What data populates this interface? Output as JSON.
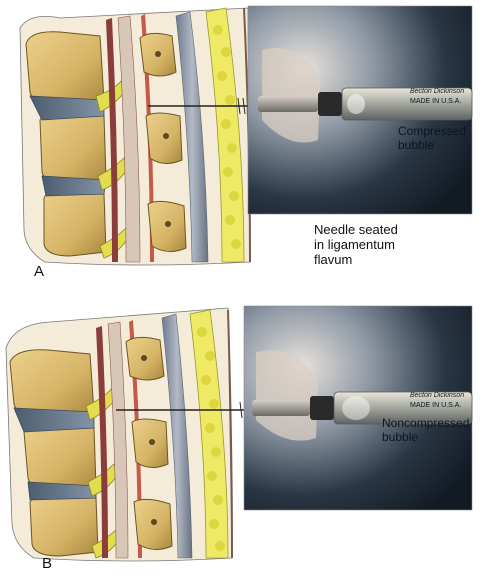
{
  "panels": [
    {
      "letter": "A",
      "photo_caption": [
        "Compressed",
        "bubble"
      ],
      "needle_caption": [
        "Needle seated",
        "in ligamentum",
        "flavum"
      ]
    },
    {
      "letter": "B",
      "photo_caption": [
        "Noncompressed",
        "bubble"
      ]
    }
  ],
  "syringe_brand": "Becton Dickinson",
  "syringe_origin": "MADE IN U.S.A.",
  "colors": {
    "bone": "#d8b768",
    "disc": "#5e6f82",
    "fat": "#e6e34a",
    "ligament": "#8f98a8",
    "nerve": "#e1dd55",
    "dura": "#a05a55",
    "photo_dark": "#1e2a37"
  }
}
